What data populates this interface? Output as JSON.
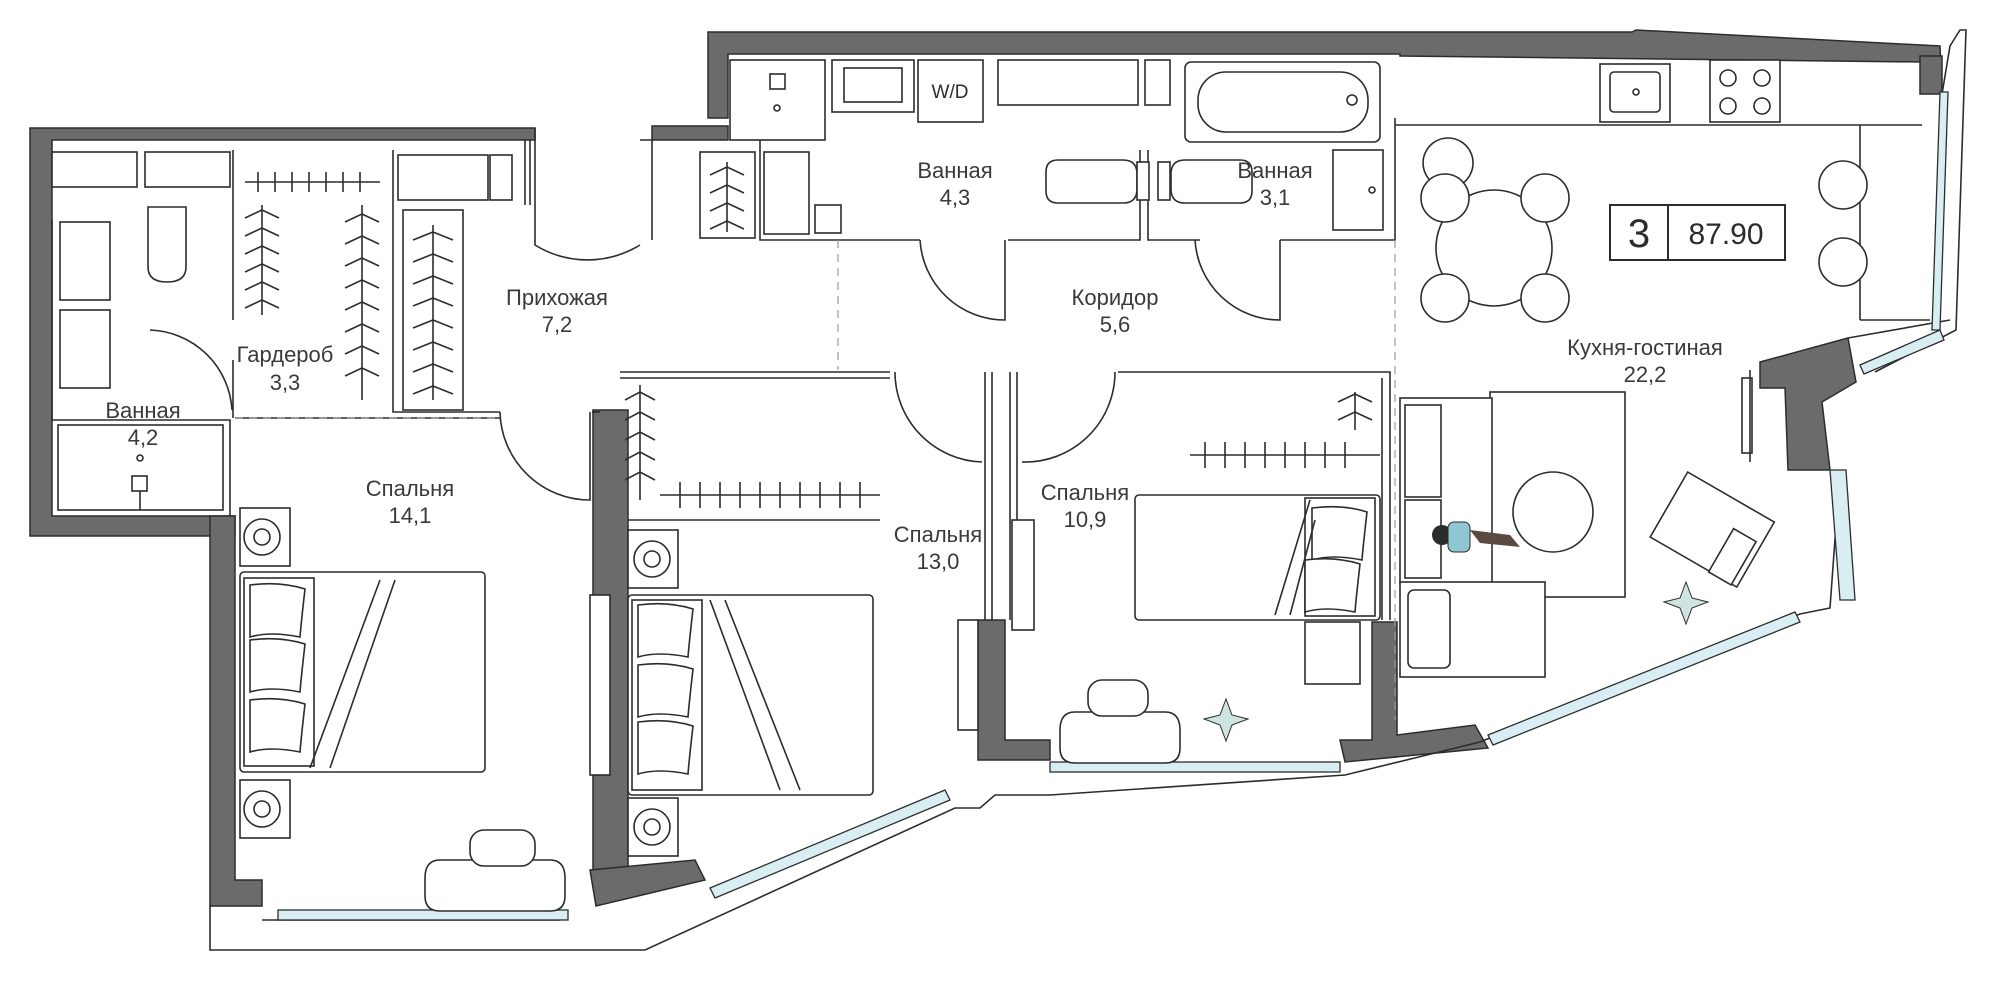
{
  "apartment": {
    "rooms_count": "3",
    "total_area": "87.90"
  },
  "rooms": [
    {
      "name": "Ванная",
      "area": "4,2"
    },
    {
      "name": "Гардероб",
      "area": "3,3"
    },
    {
      "name": "Прихожая",
      "area": "7,2"
    },
    {
      "name": "Ванная",
      "area": "4,3"
    },
    {
      "name": "Ванная",
      "area": "3,1"
    },
    {
      "name": "Коридор",
      "area": "5,6"
    },
    {
      "name": "Кухня-гостиная",
      "area": "22,2"
    },
    {
      "name": "Спальня",
      "area": "14,1"
    },
    {
      "name": "Спальня",
      "area": "13,0"
    },
    {
      "name": "Спальня",
      "area": "10,9"
    }
  ],
  "fixtures": {
    "washer_dryer_label": "W/D"
  },
  "colors": {
    "wall": "#6b6b6b",
    "line": "#2c2c2c",
    "glass": "#d9eef2",
    "figure_shirt": "#8ec7d2",
    "figure_pants": "#5a4a40"
  }
}
